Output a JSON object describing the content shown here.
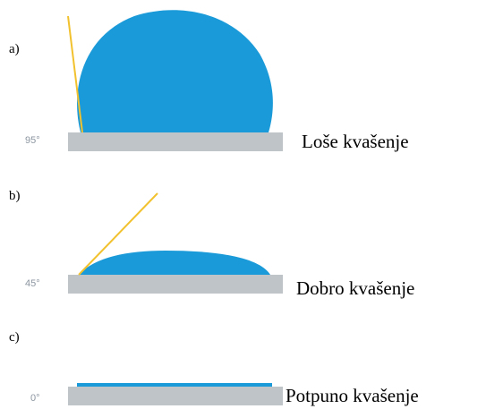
{
  "panels": [
    {
      "label": "a)",
      "angle": "95°",
      "caption": "Loše kvašenje"
    },
    {
      "label": "b)",
      "angle": "45°",
      "caption": "Dobro kvašenje"
    },
    {
      "label": "c)",
      "angle": "0°",
      "caption": "Potpuno kvašenje"
    }
  ],
  "colors": {
    "drop": "#1a9ad8",
    "substrate": "#bfc4c8",
    "tangent": "#f2c12e",
    "angle_text": "#8c96a0"
  }
}
